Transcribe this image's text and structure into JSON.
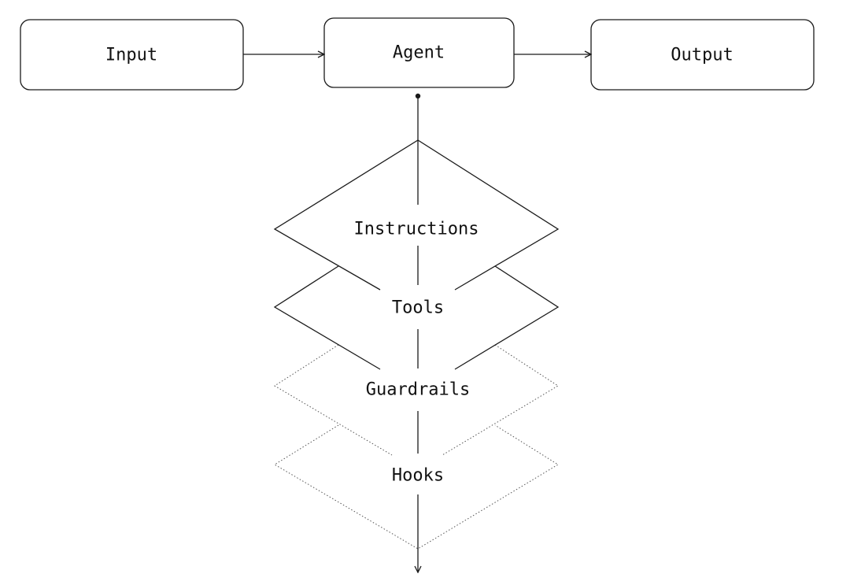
{
  "diagram": {
    "nodes": {
      "input": "Input",
      "agent": "Agent",
      "output": "Output"
    },
    "layers": {
      "instructions": "Instructions",
      "tools": "Tools",
      "guardrails": "Guardrails",
      "hooks": "Hooks"
    }
  },
  "colors": {
    "stroke": "#1a1a1a",
    "background": "#ffffff"
  }
}
